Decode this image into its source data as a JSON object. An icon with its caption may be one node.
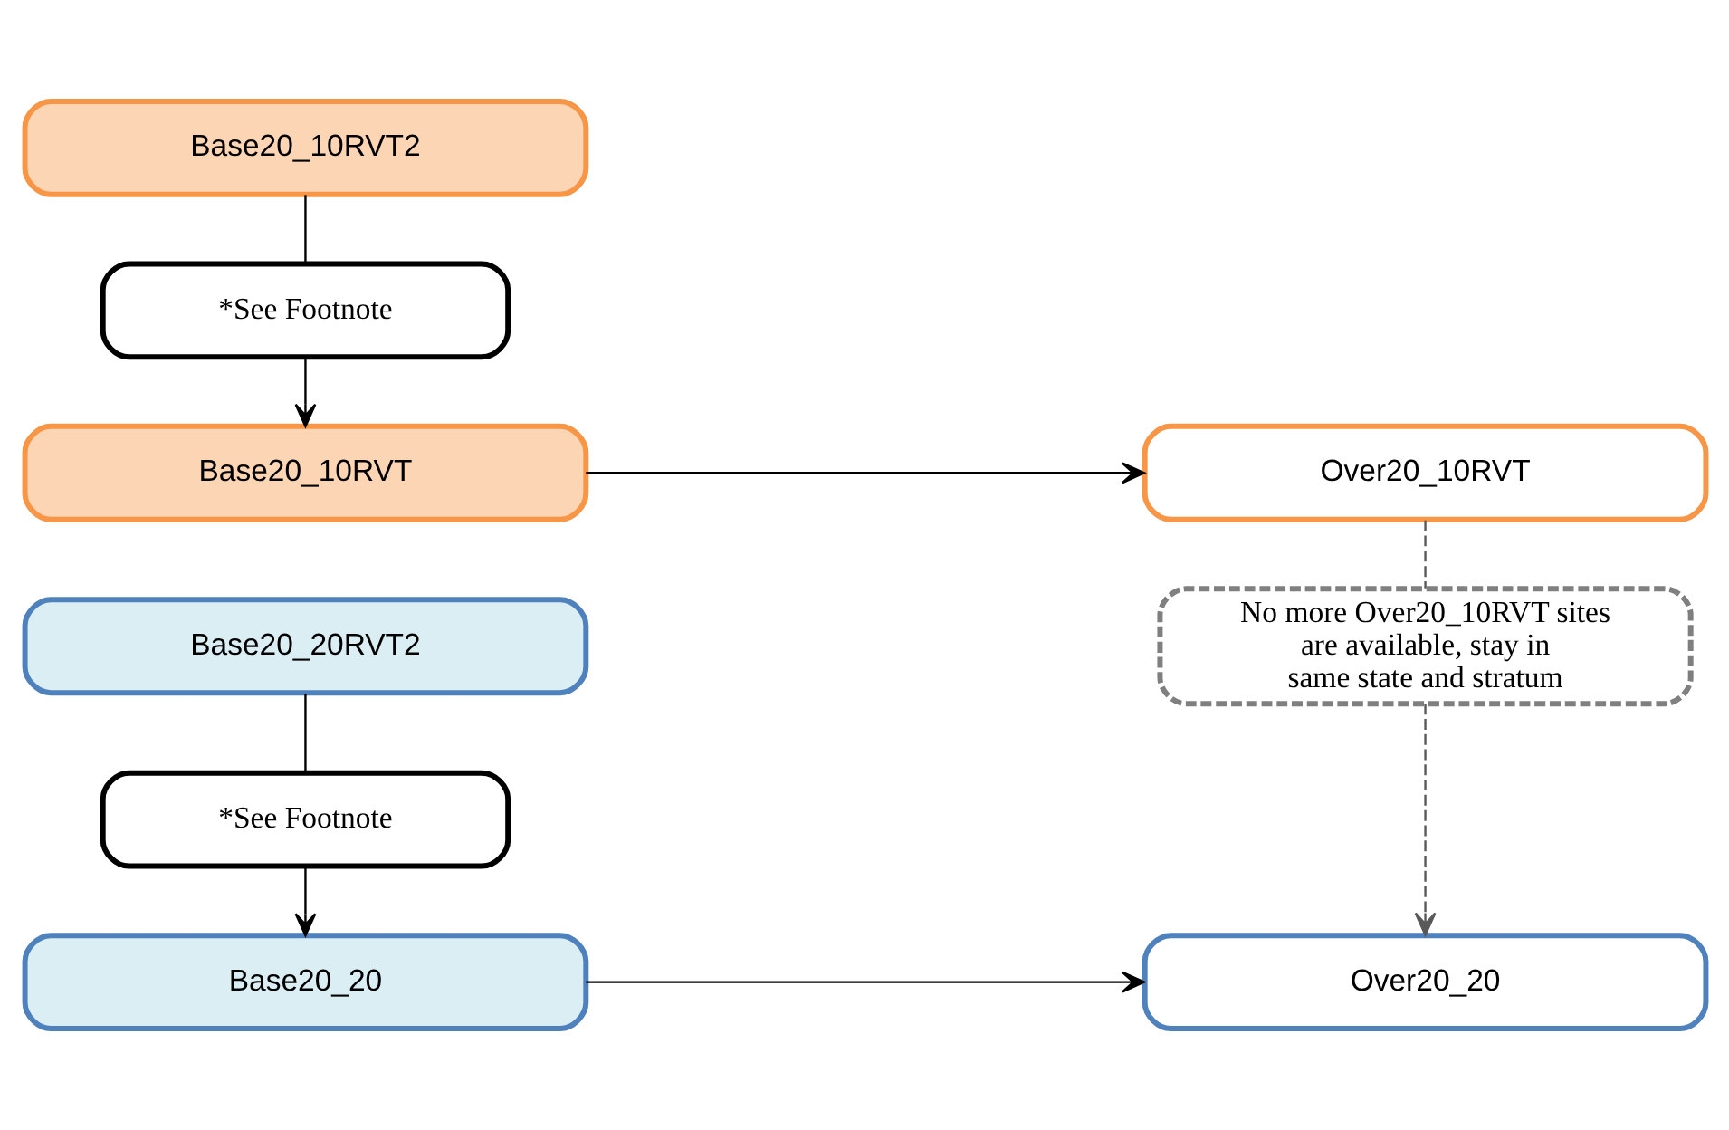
{
  "diagram": {
    "nodes": [
      {
        "text": [
          "Base20_10RVT2"
        ]
      },
      {
        "text": [
          "*See Footnote"
        ]
      },
      {
        "text": [
          "Base20_10RVT"
        ]
      },
      {
        "text": [
          "Over20_10RVT"
        ]
      },
      {
        "text": [
          "No more Over20_10RVT sites are available, stay in same state and stratum"
        ]
      },
      {
        "text": [
          "Base20_20RVT2"
        ]
      },
      {
        "text": [
          "*See Footnote"
        ]
      },
      {
        "text": [
          "Base20_20"
        ]
      },
      {
        "text": [
          "Over20_20"
        ]
      }
    ],
    "edges": [
      {
        "from": 0,
        "to": 1,
        "arrow": "none"
      },
      {
        "from": 1,
        "to": 2,
        "arrow": "to"
      },
      {
        "from": 2,
        "to": 3,
        "arrow": "to"
      },
      {
        "from": 3,
        "to": 4,
        "arrow": "none",
        "style": "dashed"
      },
      {
        "from": 4,
        "to": 8,
        "arrow": "to",
        "style": "dashed"
      },
      {
        "from": 5,
        "to": 6,
        "arrow": "none"
      },
      {
        "from": 6,
        "to": 7,
        "arrow": "to"
      },
      {
        "from": 7,
        "to": 8,
        "arrow": "to"
      }
    ]
  }
}
